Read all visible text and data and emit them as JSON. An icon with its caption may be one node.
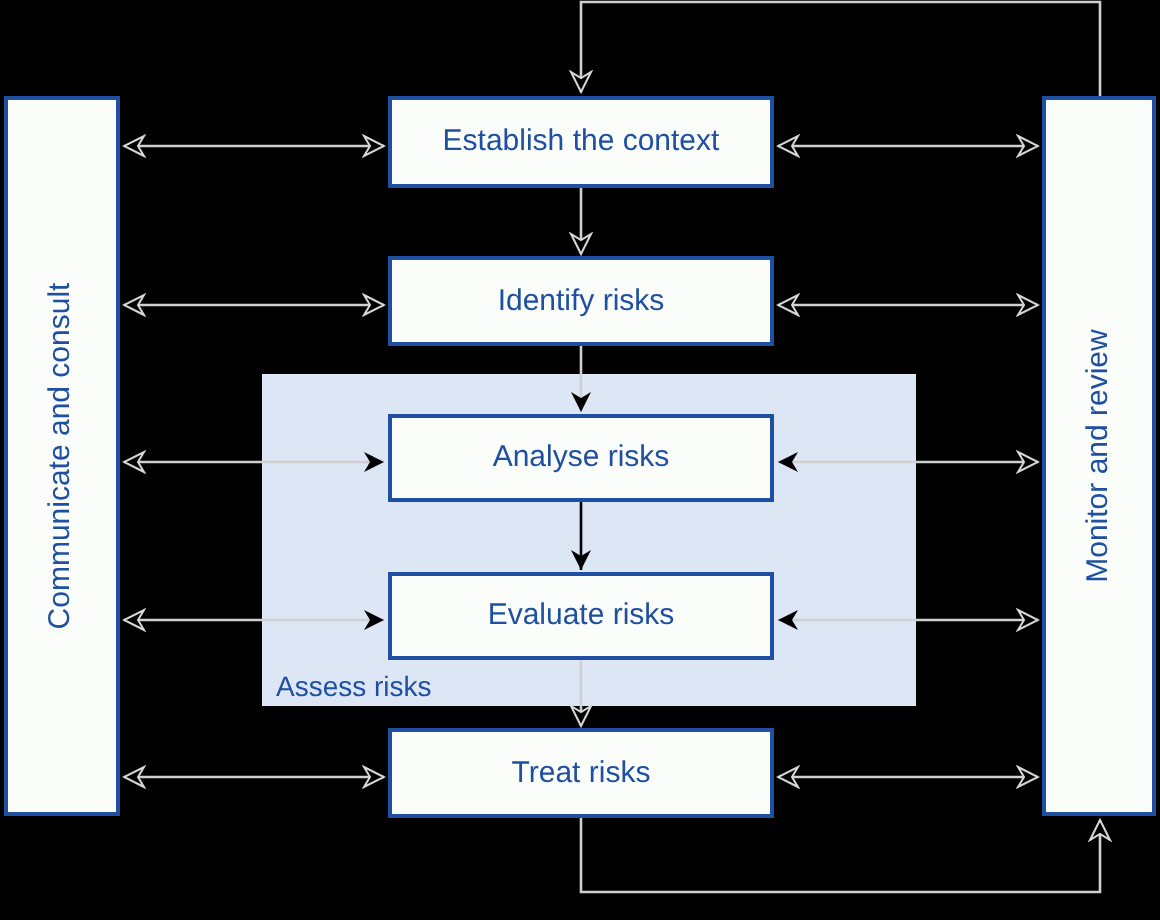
{
  "diagram": {
    "nodes": [
      {
        "text": [
          "Communicate and consult"
        ]
      },
      {
        "text": [
          "Monitor and review"
        ]
      },
      {
        "text": [
          "Establish the context"
        ]
      },
      {
        "text": [
          "Identify risks"
        ]
      },
      {
        "text": [
          "Assess risks"
        ]
      },
      {
        "text": [
          "Analyse risks"
        ],
        "in": 4
      },
      {
        "text": [
          "Evaluate risks"
        ],
        "in": 4
      },
      {
        "text": [
          "Treat risks"
        ]
      }
    ],
    "edges": [
      {
        "from": 0,
        "to": 2,
        "arrow": "both"
      },
      {
        "from": 2,
        "to": 1,
        "arrow": "both"
      },
      {
        "from": 0,
        "to": 3,
        "arrow": "both"
      },
      {
        "from": 3,
        "to": 1,
        "arrow": "both"
      },
      {
        "from": 0,
        "to": 5,
        "arrow": "both"
      },
      {
        "from": 5,
        "to": 1,
        "arrow": "both"
      },
      {
        "from": 0,
        "to": 6,
        "arrow": "both"
      },
      {
        "from": 6,
        "to": 1,
        "arrow": "both"
      },
      {
        "from": 0,
        "to": 7,
        "arrow": "both"
      },
      {
        "from": 7,
        "to": 1,
        "arrow": "both"
      },
      {
        "from": 1,
        "to": 2,
        "arrow": "to"
      },
      {
        "from": 2,
        "to": 3,
        "arrow": "to"
      },
      {
        "from": 3,
        "to": 5,
        "arrow": "to"
      },
      {
        "from": 5,
        "to": 6,
        "arrow": "to",
        "color": "#000000"
      },
      {
        "from": 6,
        "to": 7,
        "arrow": "to"
      },
      {
        "from": 7,
        "to": 1,
        "arrow": "to"
      }
    ]
  }
}
